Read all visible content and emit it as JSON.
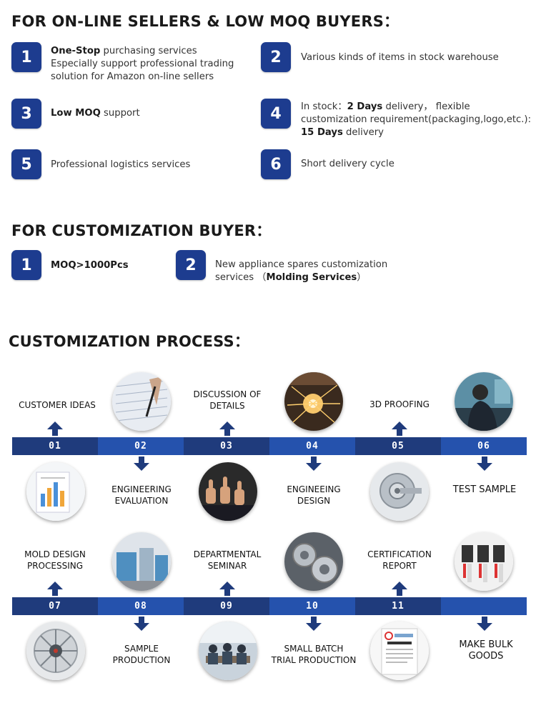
{
  "sections": {
    "sellers_title": "FOR ON-LINE SELLERS & LOW MOQ BUYERS：",
    "custom_title": "FOR CUSTOMIZATION BUYER：",
    "process_title": "CUSTOMIZATION PROCESS："
  },
  "sellers": [
    {
      "num": "1",
      "bold": "One-Stop",
      "rest": " purchasing services",
      "line2": "Especially support professional trading",
      "line3": "solution for Amazon on-line sellers"
    },
    {
      "num": "2",
      "text": "Various kinds of items in stock warehouse"
    },
    {
      "num": "3",
      "bold": "Low MOQ",
      "rest": " support"
    },
    {
      "num": "4",
      "pre": "In stock：",
      "bold1": "2 Days",
      "mid": " delivery，  flexible",
      "line2": "customization requirement(packaging,logo,etc.):",
      "bold2": "15 Days",
      "post": " delivery"
    },
    {
      "num": "5",
      "text": "Professional logistics services"
    },
    {
      "num": "6",
      "text": "Short delivery cycle"
    }
  ],
  "custom": [
    {
      "num": "1",
      "bold": "MOQ>1000Pcs"
    },
    {
      "num": "2",
      "line1": "New appliance spares customization",
      "pre": "services  （",
      "bold": "Molding Services",
      "post": "）"
    }
  ],
  "process": {
    "row1_numbers": [
      "01",
      "02",
      "03",
      "04",
      "05",
      "06"
    ],
    "row2_numbers": [
      "07",
      "08",
      "09",
      "10",
      "11",
      ""
    ],
    "steps": [
      {
        "num": "01",
        "label1": "CUSTOMER IDEAS",
        "label2": ""
      },
      {
        "num": "02",
        "label1": "ENGINEERING",
        "label2": "EVALUATION"
      },
      {
        "num": "03",
        "label1": "DISCUSSION OF",
        "label2": "DETAILS"
      },
      {
        "num": "04",
        "label1": "ENGINEEING",
        "label2": "DESIGN"
      },
      {
        "num": "05",
        "label1": "3D PROOFING",
        "label2": ""
      },
      {
        "num": "06",
        "label1": "TEST SAMPLE",
        "label2": ""
      },
      {
        "num": "07",
        "label1": "MOLD DESIGN",
        "label2": "PROCESSING"
      },
      {
        "num": "08",
        "label1": "SAMPLE",
        "label2": "PRODUCTION"
      },
      {
        "num": "09",
        "label1": "DEPARTMENTAL",
        "label2": "SEMINAR"
      },
      {
        "num": "10",
        "label1": "SMALL BATCH",
        "label2": "TRIAL PRODUCTION"
      },
      {
        "num": "11",
        "label1": "CERTIFICATION",
        "label2": "REPORT"
      },
      {
        "num": "",
        "label1": "MAKE BULK",
        "label2": "GOODS"
      }
    ]
  },
  "colors": {
    "badge": "#1d3c8f",
    "band_dark": "#1f3b7c",
    "band_light": "#2552ad"
  }
}
